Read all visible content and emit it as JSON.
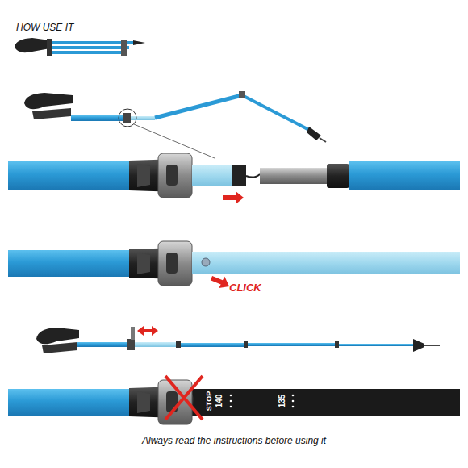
{
  "diagram": {
    "title": "HOW USE IT",
    "caption": "Always read the instructions before using it",
    "labels": [
      "CLICK",
      "STOP",
      "140",
      "135"
    ]
  }
}
